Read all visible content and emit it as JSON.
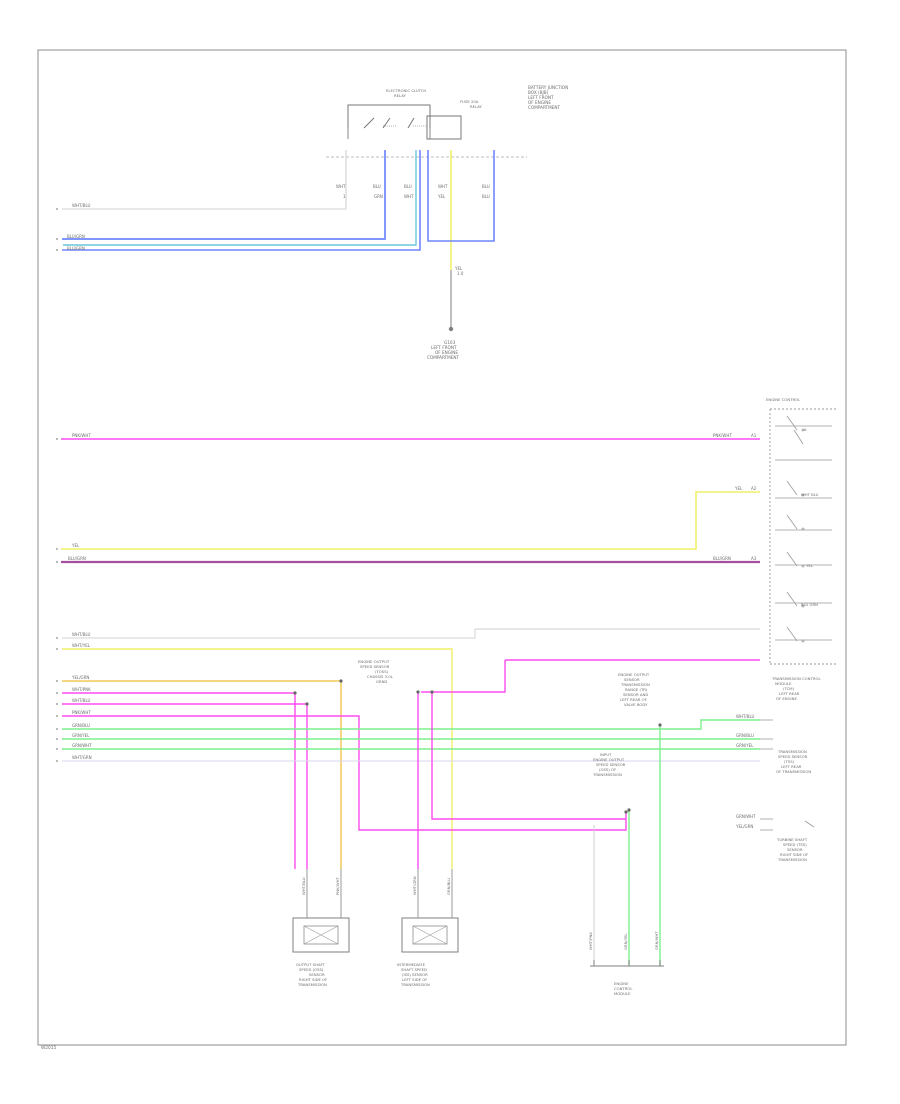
{
  "page": {
    "footer": "W2015"
  },
  "colors": {
    "gray": "#c8c8c8",
    "blue": "#6f86ff",
    "cyan": "#69c7d9",
    "yellow": "#f0f06a",
    "pink": "#ff4cf0",
    "green": "#7af08b",
    "orange": "#f0c85c",
    "purple": "#a2509f"
  },
  "top": {
    "relay_label": "ELECTRONIC CLUTCH",
    "relay_sub": "RELAY",
    "fuse_label": "FUSE 20A",
    "fuse_sub": "RELAY",
    "battery_title": "BATTERY JUNCTION",
    "battery_lines": [
      "BOX (BJB)",
      "LEFT FRONT",
      "OF ENGINE",
      "COMPARTMENT"
    ],
    "wire_top_labels": [
      "WHT",
      "BLU",
      "BLU",
      "WHT",
      "BLU"
    ],
    "wire_code_labels": [
      "1",
      "GRN",
      "WHT",
      "YEL",
      "BLU"
    ],
    "left_labels": [
      "WHT/BLU",
      "BLU/GRN",
      "BLU/GRN"
    ],
    "ground_label": "G103",
    "ground_lines": [
      "LEFT FRONT",
      "OF ENGINE",
      "COMPARTMENT"
    ],
    "yellow_label": "YEL",
    "yellow_sub": "1.0"
  },
  "middle": {
    "header": "ENGINE CONTROL",
    "module_lines": [
      "A",
      "WHT BLU",
      "YEL",
      "BLU GRN"
    ],
    "left_labels": [
      "PNK/WHT",
      "YEL",
      "BLU/GRN"
    ],
    "right_labels": [
      "PNK/WHT",
      "YEL",
      "BLU/GRN"
    ],
    "right_codes": [
      "A1",
      "A2",
      "A3"
    ],
    "box_title": "TRANSMISSION CONTROL",
    "box_lines": [
      "MODULE",
      "(TCM)",
      "LEFT REAR",
      "OF ENGINE"
    ]
  },
  "lower": {
    "left_pair": [
      "WHT/BLU",
      "WHT/YEL"
    ],
    "left_block": [
      "YEL/GRN",
      "WHT/PNK",
      "WHT/BLU",
      "PNK/WHT",
      "GRN/BLU",
      "GRN/YEL",
      "GRN/WHT",
      "WHT/GRN"
    ],
    "center_block_title": "ENGINE OUTPUT",
    "center_block_lines": [
      "SPEED SENSOR",
      "(TOSS)",
      "CHASSIS 3.0L",
      "GRND"
    ],
    "right_block_title": "ENGINE OUTPUT",
    "right_block_lines": [
      "SENSOR",
      "TRANSMISSION",
      "RANGE (TR)",
      "SENSOR AND",
      "LEFT REAR OF",
      "VALVE BODY"
    ],
    "right_inline_labels": [
      "WHT/BLU",
      "GRN/BLU",
      "GRN/YEL",
      "GRN/WHT",
      "YEL/GRN"
    ],
    "right_box_title": "TRANSMISSION",
    "right_box_lines": [
      "SPEED SENSOR",
      "(TSS)",
      "LEFT REAR",
      "OF TRANSMISSION"
    ],
    "mid_right_title": "INPUT",
    "mid_right_lines": [
      "ENGINE OUTPUT",
      "SPEED SENSOR",
      "(OSS) OF",
      "TRANSMISSION"
    ],
    "torque_title": "TURBINE SHAFT",
    "torque_lines": [
      "SPEED (TSS)",
      "SENSOR",
      "RIGHT SIDE OF",
      "TRANSMISSION"
    ],
    "sensor_labels": [
      "OUTPUT SHAFT",
      "SPEED (OSS)",
      "SENSOR",
      "RIGHT SIDE OF",
      "TRANSMISSION"
    ],
    "sensor2_labels": [
      "INTERMEDIATE",
      "SHAFT SPEED",
      "(ISS) SENSOR",
      "LEFT SIDE OF",
      "TRANSMISSION"
    ],
    "module3_labels": [
      "ENGINE",
      "CONTROL",
      "MODULE"
    ],
    "bottom_vertical_labels": [
      "WHT/BLU",
      "PNK/WHT",
      "WHT/GRN",
      "GRN/BLU",
      "WHT/PNK",
      "GRN/YEL",
      "GRN/WHT"
    ]
  }
}
